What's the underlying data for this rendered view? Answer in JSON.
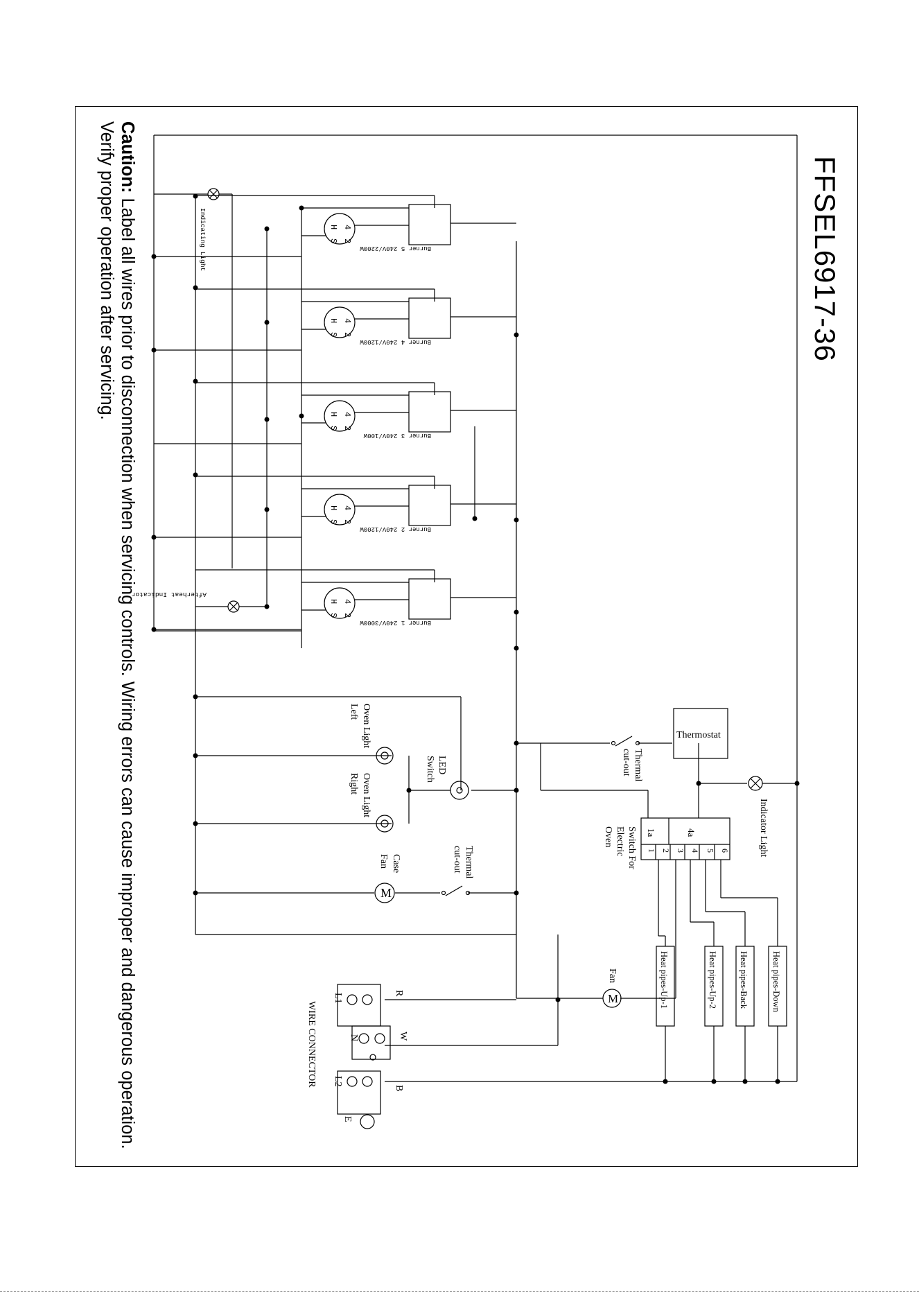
{
  "title": "FFSEL6917-36",
  "caution": {
    "label": "Caution:",
    "line1": "Label all wires prior to disconnection when servicing controls. Wiring errors can cause improper and dangerous operation.",
    "line2": "Verify proper operation after servicing."
  },
  "burners": [
    {
      "label": "Burner 5  240V/2200W"
    },
    {
      "label": "Burner 4  240V/1200W"
    },
    {
      "label": "Burner 3  240V/100W"
    },
    {
      "label": "Burner 2  240V/1200W"
    },
    {
      "label": "Burner 1  240V/3000W"
    }
  ],
  "switch_terminals": {
    "h": "H",
    "four": "4",
    "two": "2",
    "s": "S"
  },
  "indicators": {
    "indicating_light": "Indicating Light",
    "afterheat": "Afterheat Indicator",
    "indicator_light": "Indicator Light"
  },
  "oven": {
    "thermostat": "Thermostat",
    "thermal_cutout_1": [
      "Thermal",
      "cut-out"
    ],
    "thermal_cutout_2": [
      "Thermal",
      "cut-out"
    ],
    "switch_for_oven": [
      "Switch For",
      "Electric",
      "Oven"
    ],
    "switch_1a": "1a",
    "switch_4a": "4a",
    "switch_terminals": [
      "1",
      "2",
      "3",
      "4",
      "5",
      "6"
    ],
    "led_switch": [
      "LED",
      "Switch"
    ],
    "oven_light_left": [
      "Oven Light",
      "Left"
    ],
    "oven_light_right": [
      "Oven Light",
      "Right"
    ],
    "case_fan": [
      "Case",
      "Fan"
    ],
    "fan": "Fan",
    "motor_symbol": "M"
  },
  "heat_pipes": [
    "Heat pipes-Down",
    "Heat pipes-Back",
    "Heat pipes-Up-2",
    "Heat pipes-Up-1"
  ],
  "wire_connector": {
    "title": "WIRE CONNECTOR",
    "R": "R",
    "W": "W",
    "B": "B",
    "E": "E",
    "L1": "L1",
    "N": "N",
    "L2": "L2"
  }
}
